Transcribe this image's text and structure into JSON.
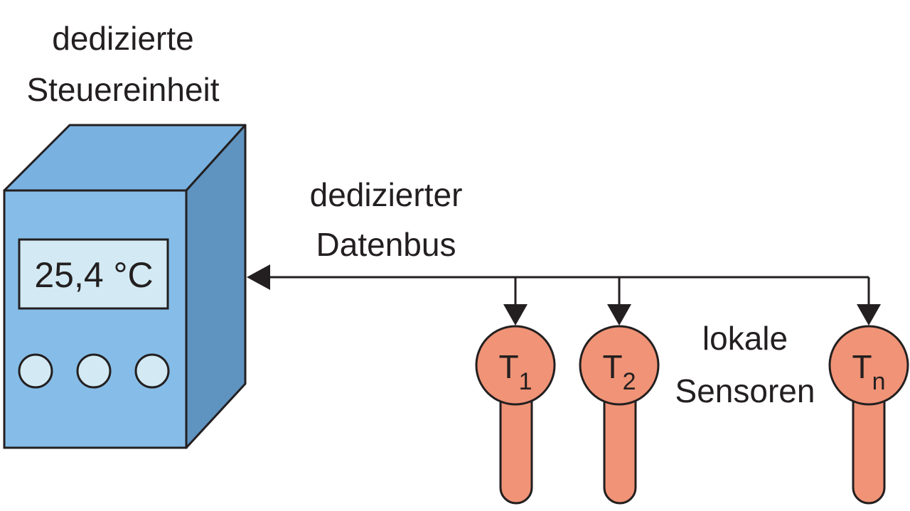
{
  "controller": {
    "title_line1": "dedizierte",
    "title_line2": "Steuereinheit",
    "display_value": "25,4 °C",
    "button_count": 3
  },
  "bus": {
    "label_line1": "dedizierter",
    "label_line2": "Datenbus"
  },
  "sensors": {
    "group_label_line1": "lokale",
    "group_label_line2": "Sensoren",
    "items": [
      {
        "letter": "T",
        "subscript": "1"
      },
      {
        "letter": "T",
        "subscript": "2"
      },
      {
        "letter": "T",
        "subscript": "n"
      }
    ]
  },
  "colors": {
    "box_front": "#86bde8",
    "box_top": "#79b2e0",
    "box_side": "#5f93c0",
    "display_bg": "#d3eaf4",
    "button_fill": "#d3eaf4",
    "sensor_fill": "#f09376",
    "stroke": "#231f20"
  }
}
